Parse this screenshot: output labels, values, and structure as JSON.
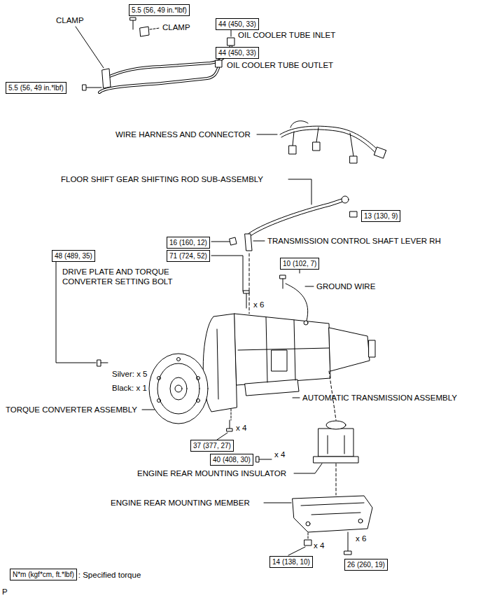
{
  "diagram": {
    "nodes": [
      {
        "text": [
          "5.5 (56, 49 in.*lbf)"
        ]
      },
      {
        "text": [
          "44 (450, 33)"
        ]
      },
      {
        "text": [
          "44 (450, 33)"
        ]
      },
      {
        "text": [
          "5.5 (56, 49 in.*lbf)"
        ]
      },
      {
        "text": [
          "13 (130, 9)"
        ]
      },
      {
        "text": [
          "16 (160, 12)"
        ]
      },
      {
        "text": [
          "48 (489, 35)"
        ]
      },
      {
        "text": [
          "71 (724, 52)"
        ]
      },
      {
        "text": [
          "10 (102, 7)"
        ]
      },
      {
        "text": [
          "37 (377, 27)"
        ]
      },
      {
        "text": [
          "40 (408, 30)"
        ]
      },
      {
        "text": [
          "14 (138, 10)"
        ]
      },
      {
        "text": [
          "26 (260, 19)"
        ]
      },
      {
        "text": [
          "N*m (kgf*cm, ft.*lbf)"
        ]
      }
    ],
    "labels": [
      "CLAMP",
      "CLAMP",
      "OIL COOLER TUBE INLET",
      "OIL COOLER TUBE OUTLET",
      "WIRE HARNESS AND CONNECTOR",
      "FLOOR SHIFT GEAR SHIFTING ROD SUB-ASSEMBLY",
      "TRANSMISSION CONTROL SHAFT LEVER RH",
      "DRIVE PLATE AND TORQUE CONVERTER SETTING BOLT",
      "GROUND WIRE",
      "x 6",
      "Silver: x 5",
      "Black: x 1",
      "TORQUE CONVERTER ASSEMBLY",
      "AUTOMATIC TRANSMISSION ASSEMBLY",
      "x 4",
      "x 4",
      "ENGINE REAR MOUNTING INSULATOR",
      "ENGINE REAR MOUNTING MEMBER",
      "x 4",
      "x 6",
      ": Specified torque",
      "P"
    ]
  }
}
